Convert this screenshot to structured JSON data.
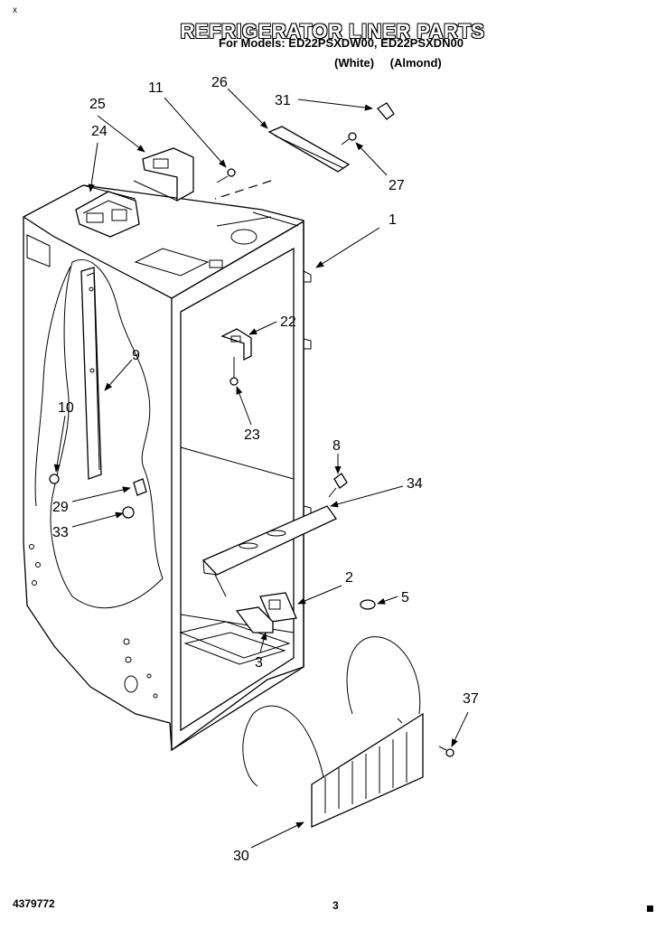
{
  "header": {
    "corner_mark": "x",
    "title": "REFRIGERATOR LINER PARTS",
    "models_line": "For Models: ED22PSXDW00, ED22PSXDN00",
    "color_white": "(White)",
    "color_almond": "(Almond)"
  },
  "footer": {
    "part_number": "4379772",
    "page_number": "3"
  },
  "callouts": [
    "1",
    "2",
    "3",
    "5",
    "8",
    "9",
    "10",
    "11",
    "22",
    "23",
    "24",
    "25",
    "26",
    "27",
    "29",
    "30",
    "31",
    "33",
    "34",
    "37"
  ]
}
